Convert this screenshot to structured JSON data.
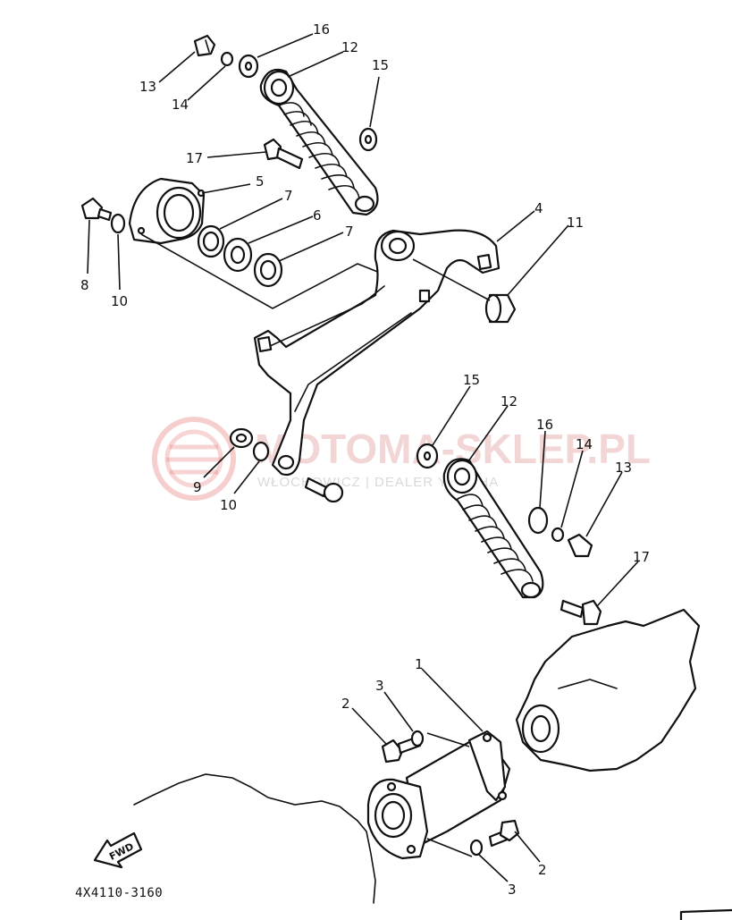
{
  "diagram_code": "4X4110-3160",
  "fwd_label": "FWD",
  "watermark": {
    "title": "MOTOMA-SKLEP.PL",
    "subtitle": "WŁOCHOWICZ | DEALER YAMAHA",
    "color": "#e57373"
  },
  "callouts": [
    {
      "id": "c16a",
      "text": "16"
    },
    {
      "id": "c12a",
      "text": "12"
    },
    {
      "id": "c15a",
      "text": "15"
    },
    {
      "id": "c13a",
      "text": "13"
    },
    {
      "id": "c14a",
      "text": "14"
    },
    {
      "id": "c17a",
      "text": "17"
    },
    {
      "id": "c5",
      "text": "5"
    },
    {
      "id": "c7a",
      "text": "7"
    },
    {
      "id": "c6",
      "text": "6"
    },
    {
      "id": "c7b",
      "text": "7"
    },
    {
      "id": "c4",
      "text": "4"
    },
    {
      "id": "c11",
      "text": "11"
    },
    {
      "id": "c8",
      "text": "8"
    },
    {
      "id": "c10a",
      "text": "10"
    },
    {
      "id": "c15b",
      "text": "15"
    },
    {
      "id": "c12b",
      "text": "12"
    },
    {
      "id": "c16b",
      "text": "16"
    },
    {
      "id": "c14b",
      "text": "14"
    },
    {
      "id": "c13b",
      "text": "13"
    },
    {
      "id": "c9",
      "text": "9"
    },
    {
      "id": "c10b",
      "text": "10"
    },
    {
      "id": "c17b",
      "text": "17"
    },
    {
      "id": "c1",
      "text": "1"
    },
    {
      "id": "c3a",
      "text": "3"
    },
    {
      "id": "c2a",
      "text": "2"
    },
    {
      "id": "c2b",
      "text": "2"
    },
    {
      "id": "c3b",
      "text": "3"
    }
  ]
}
